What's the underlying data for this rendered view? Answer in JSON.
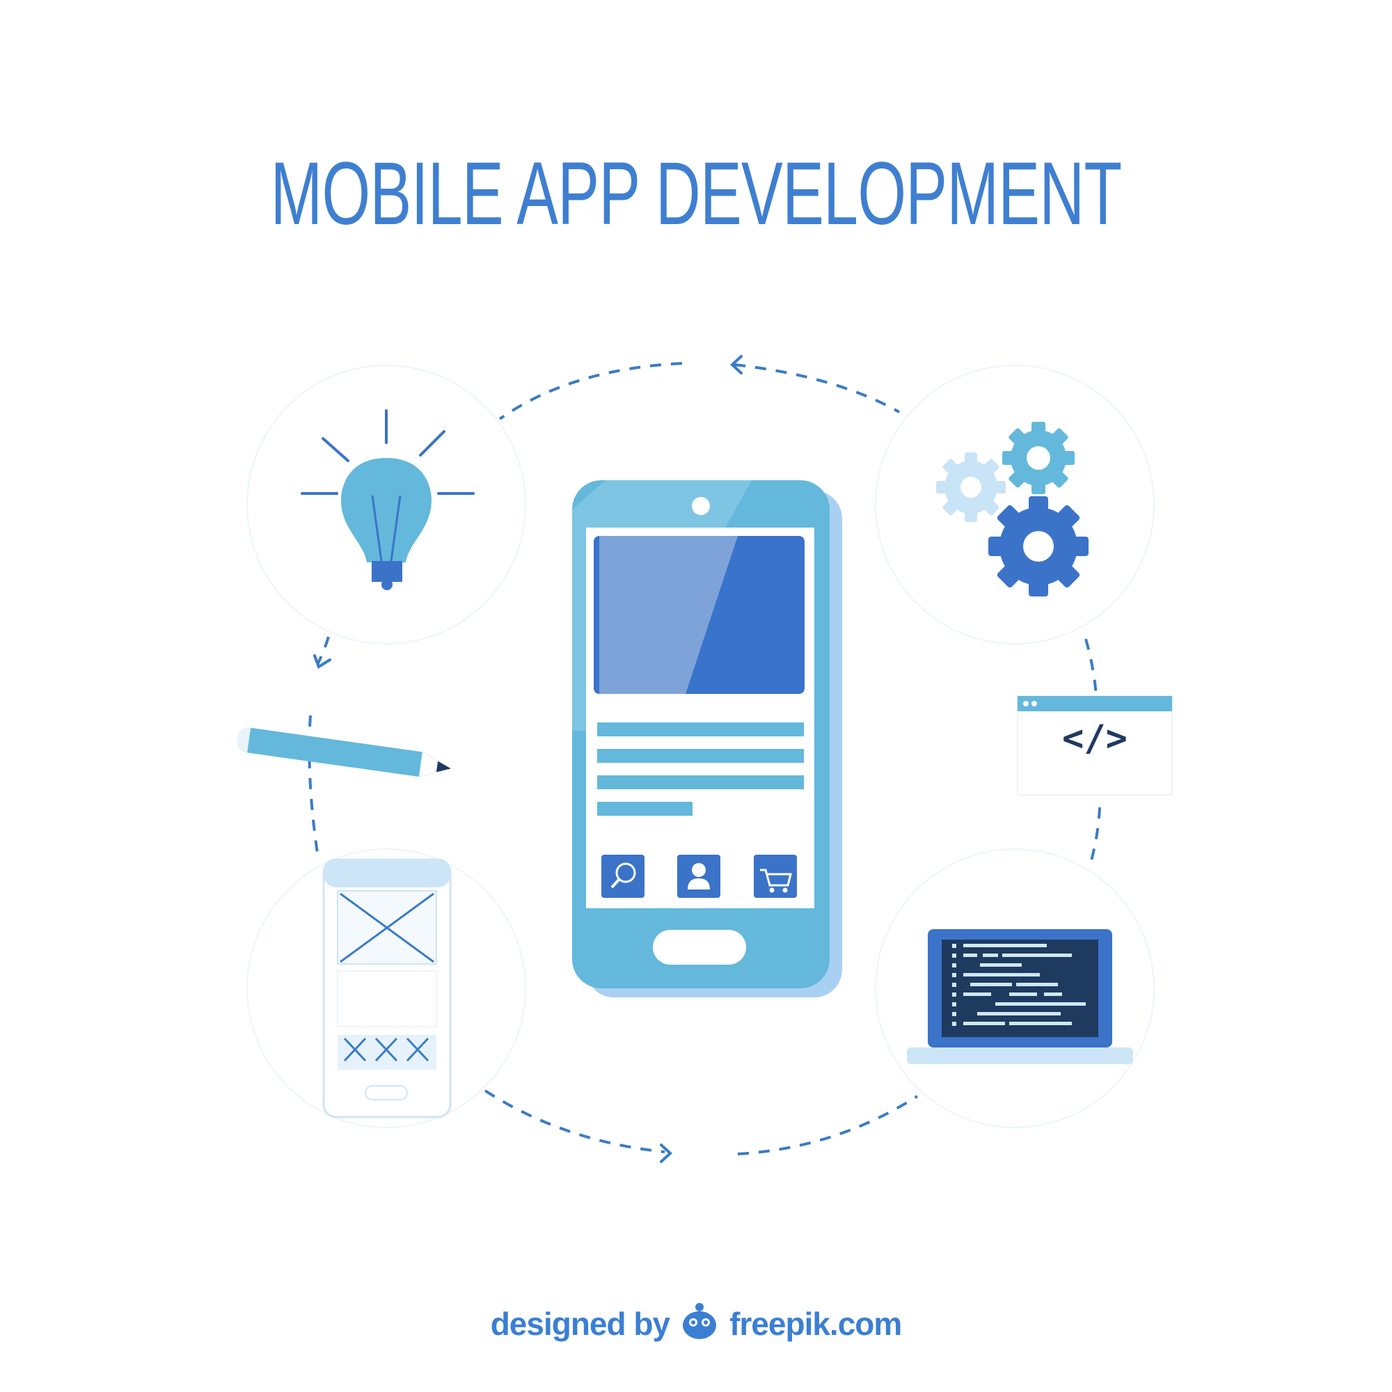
{
  "title": "MOBILE APP DEVELOPMENT",
  "footer": {
    "designed_by": "designed by",
    "brand": "freepik.com"
  },
  "code_window": {
    "label": "</>"
  },
  "colors": {
    "title": "#3f7fd1",
    "primary_blue": "#3b73c9",
    "light_blue": "#63b8dc",
    "pale_blue": "#cde6f7",
    "navy": "#1e3a5f"
  },
  "icons": [
    "light-bulb-icon",
    "gears-icon",
    "pencil-icon",
    "code-window-icon",
    "wireframe-phone-icon",
    "laptop-icon",
    "search-icon",
    "user-icon",
    "cart-icon",
    "freepik-logo-icon"
  ]
}
